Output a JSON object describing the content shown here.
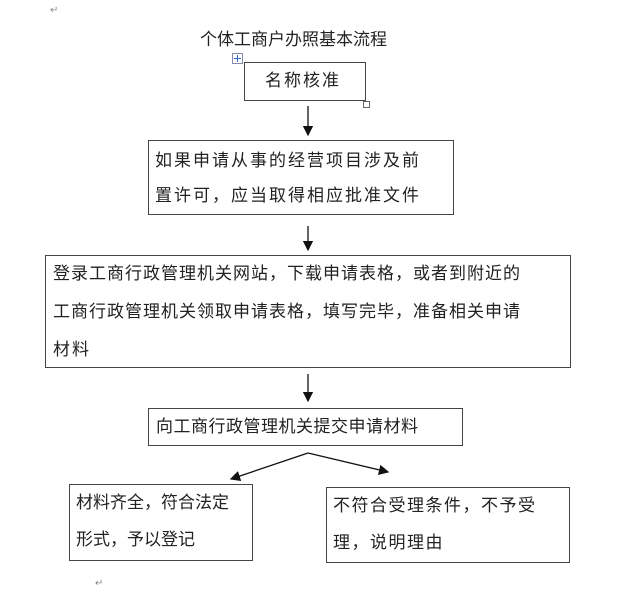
{
  "title": "个体工商户办照基本流程",
  "paragraph_mark": "↵",
  "steps": {
    "name_approval": "名称核准",
    "pre_permit": [
      "如果申请从事的经营项目涉及前",
      "置许可，应当取得相应批准文件"
    ],
    "prepare_forms": [
      "登录工商行政管理机关网站，下载申请表格，或者到附近的",
      "工商行政管理机关领取申请表格，填写完毕，准备相关申请",
      "材料"
    ],
    "submit": "向工商行政管理机关提交申请材料",
    "accepted": [
      "材料齐全，符合法定",
      "形式，予以登记"
    ],
    "rejected": [
      "不符合受理条件，不予受",
      "理，说明理由"
    ]
  }
}
